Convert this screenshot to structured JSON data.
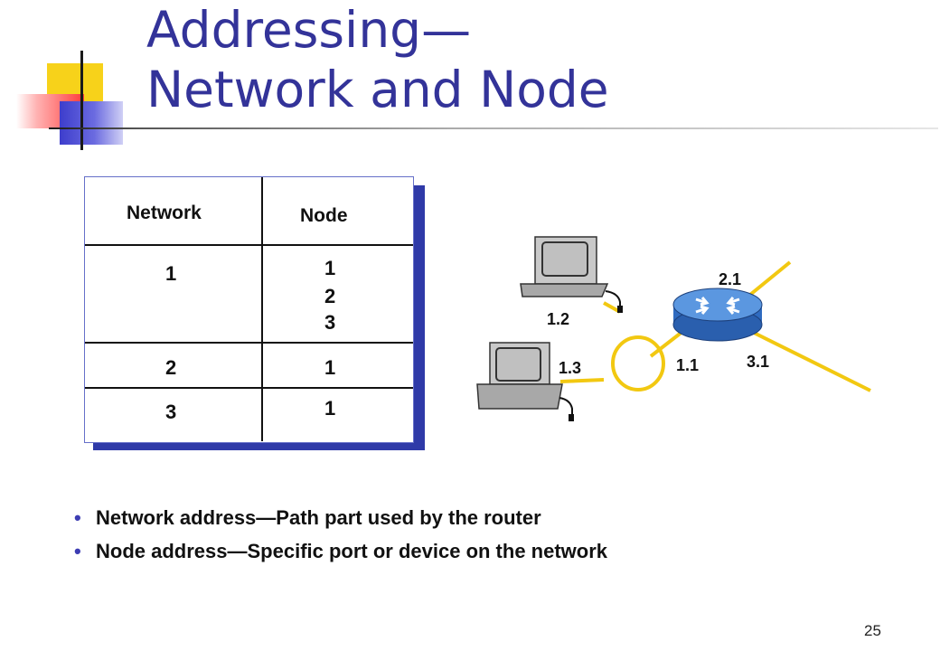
{
  "title": {
    "line1": "Addressing—",
    "line2": "Network and Node"
  },
  "table": {
    "header_network": "Network",
    "header_node": "Node",
    "rows": [
      {
        "network": "1",
        "nodes": [
          "1",
          "2",
          "3"
        ]
      },
      {
        "network": "2",
        "nodes": [
          "1"
        ]
      },
      {
        "network": "3",
        "nodes": [
          "1"
        ]
      }
    ]
  },
  "diagram": {
    "labels": {
      "pc_top": "1.2",
      "pc_bottom": "1.3",
      "router_left": "1.1",
      "router_top": "2.1",
      "router_right": "3.1"
    },
    "icons": [
      "workstation-icon",
      "workstation-icon",
      "router-icon"
    ],
    "colors": {
      "cable": "#f2c811",
      "router": "#3f7fd0",
      "table_shadow": "#2f3aa8",
      "title": "#333399"
    }
  },
  "bullets": [
    "Network address—Path part used by the router",
    "Node address—Specific port or device on the network"
  ],
  "bullet_glyph": "•",
  "page_number": "25"
}
